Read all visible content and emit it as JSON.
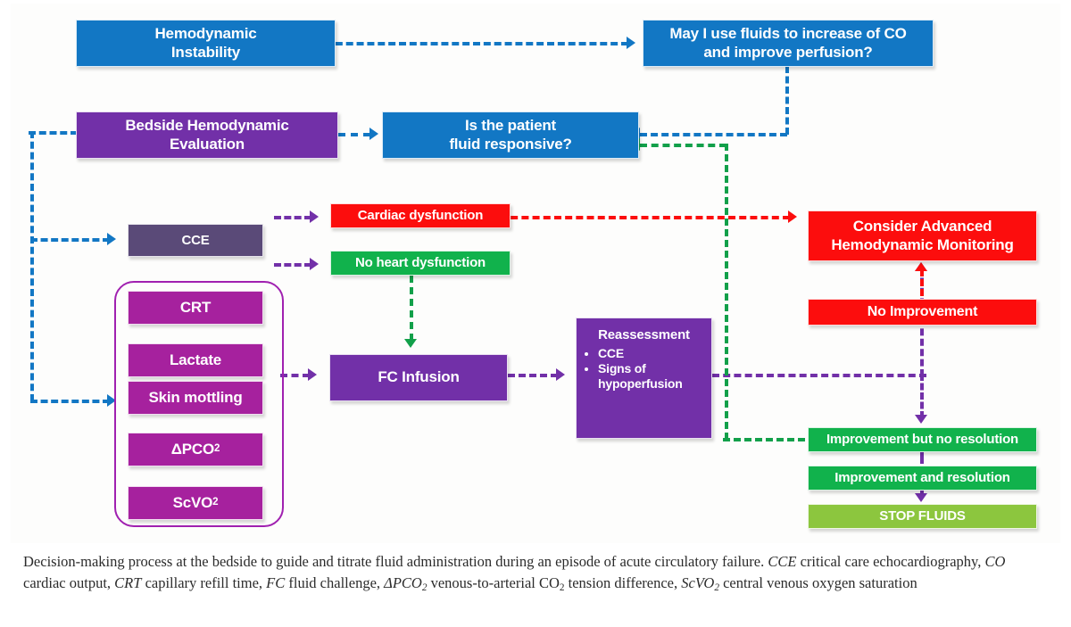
{
  "figure": {
    "nodes": {
      "hemodynamic_instability": "Hemodynamic\nInstability",
      "may_i_use_fluids": "May I use fluids to increase of CO\nand improve perfusion?",
      "bedside_evaluation": "Bedside Hemodynamic\nEvaluation",
      "fluid_responsive": "Is the patient\nfluid responsive?",
      "cce": "CCE",
      "cardiac_dysfunction": "Cardiac dysfunction",
      "no_heart_dysfunction": "No heart dysfunction",
      "crt": "CRT",
      "lactate": "Lactate",
      "skin_mottling": "Skin mottling",
      "dpco2": "ΔPCO",
      "dpco2_sub": "2",
      "scvo2": "ScVO",
      "scvo2_sub": "2",
      "fc_infusion": "FC Infusion",
      "reassessment_title": "Reassessment",
      "reassessment_items": [
        "CCE",
        "Signs of hypoperfusion"
      ],
      "consider_advanced": "Consider Advanced\nHemodynamic Monitoring",
      "no_improvement": "No Improvement",
      "improvement_no_resolution": "Improvement but no resolution",
      "improvement_and_resolution": "Improvement and resolution",
      "stop_fluids": "STOP FLUIDS"
    },
    "colors": {
      "blue": "#1277c4",
      "purple": "#7230a8",
      "magenta": "#a6219e",
      "dark_purple": "#5a4a78",
      "red": "#fc0d0d",
      "green": "#11b24c",
      "light_green": "#8cc63e",
      "stack_border": "#a020b0"
    }
  },
  "caption": {
    "part1": "Decision-making process at the bedside to guide and titrate fluid administration during an episode of acute circulatory failure. ",
    "abbr_cce": "CCE",
    "def_cce": " critical care echocardiography, ",
    "abbr_co": "CO",
    "def_co": " cardiac output, ",
    "abbr_crt": "CRT",
    "def_crt": " capillary refill time, ",
    "abbr_fc": "FC",
    "def_fc": " fluid challenge, ",
    "abbr_dpco2": "ΔPCO",
    "abbr_dpco2_sub": "2",
    "def_dpco2_a": " venous-to-arterial CO",
    "def_dpco2_sub": "2",
    "def_dpco2_b": " tension difference, ",
    "abbr_scvo2": "ScVO",
    "abbr_scvo2_sub": "2",
    "def_scvo2": " central venous oxygen saturation"
  }
}
